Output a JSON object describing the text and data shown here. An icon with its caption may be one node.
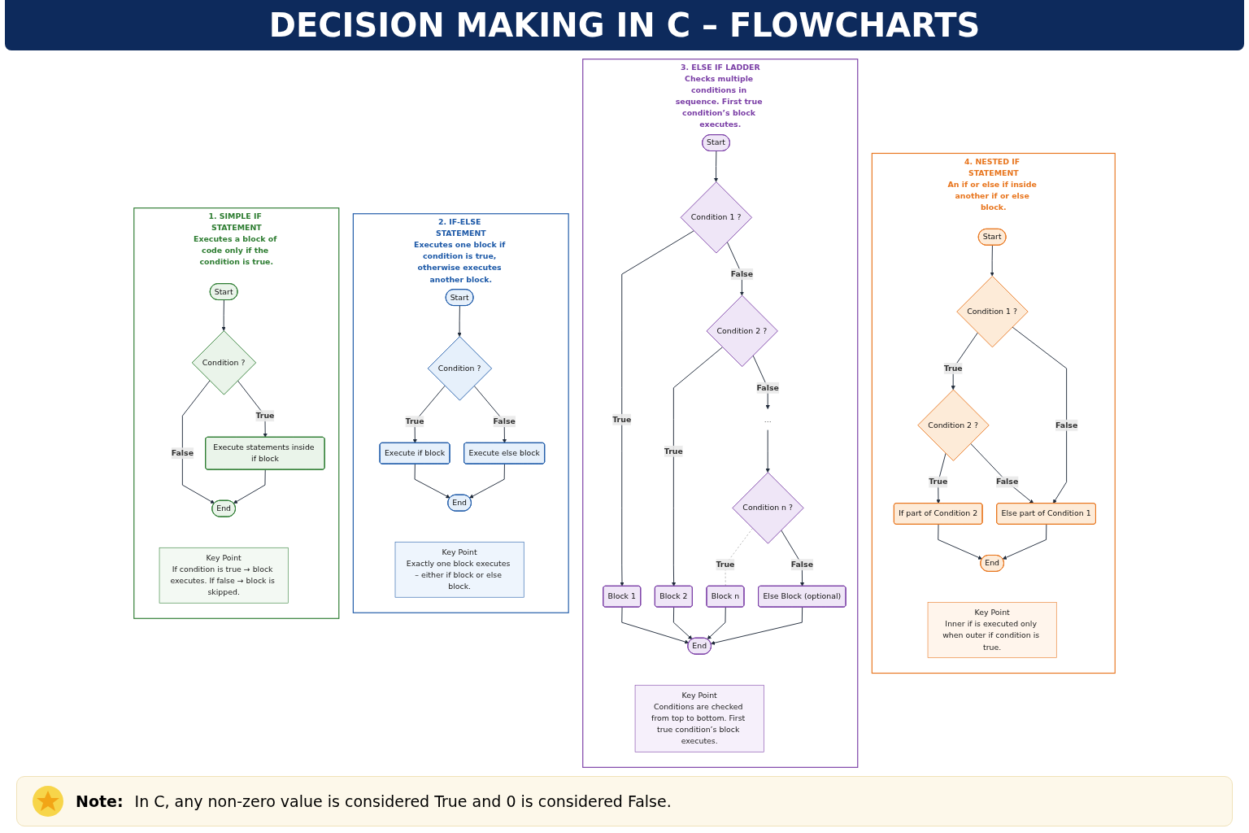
{
  "diagram": {
    "title": "DECISION MAKING IN C – FLOWCHARTS",
    "nodes": [
      {
        "text": [
          "1. SIMPLE IF STATEMENT",
          "Executes a block of code only if the condition is true."
        ]
      },
      {
        "text": [
          "Start"
        ],
        "in": 0
      },
      {
        "text": [
          "Condition ?"
        ],
        "in": 0
      },
      {
        "text": [
          "Execute statements inside if block"
        ],
        "in": 0
      },
      {
        "text": [
          "End"
        ],
        "in": 0
      },
      {
        "text": [
          "Key Point",
          "If condition is true → block executes. If false → block is skipped."
        ],
        "in": 0
      },
      {
        "text": [
          "2. IF-ELSE STATEMENT",
          "Executes one block if condition is true, otherwise executes another block."
        ]
      },
      {
        "text": [
          "Start"
        ],
        "in": 6
      },
      {
        "text": [
          "Condition ?"
        ],
        "in": 6
      },
      {
        "text": [
          "Execute if block"
        ],
        "in": 6
      },
      {
        "text": [
          "Execute else block"
        ],
        "in": 6
      },
      {
        "text": [
          "End"
        ],
        "in": 6
      },
      {
        "text": [
          "Key Point",
          "Exactly one block executes – either if block or else block."
        ],
        "in": 6
      },
      {
        "text": [
          "3. ELSE IF LADDER",
          "Checks multiple conditions in sequence. First true condition’s block executes."
        ]
      },
      {
        "text": [
          "Start"
        ],
        "in": 13
      },
      {
        "text": [
          "Condition 1 ?"
        ],
        "in": 13
      },
      {
        "text": [
          "Block 1"
        ],
        "in": 13
      },
      {
        "text": [
          "Condition 2 ?"
        ],
        "in": 13
      },
      {
        "text": [
          "Block 2"
        ],
        "in": 13
      },
      {
        "text": [
          "..."
        ],
        "in": 13
      },
      {
        "text": [
          "Condition n ?"
        ],
        "in": 13
      },
      {
        "text": [
          "Block n"
        ],
        "in": 13
      },
      {
        "text": [
          "Else Block (optional)"
        ],
        "in": 13
      },
      {
        "text": [
          "End"
        ],
        "in": 13
      },
      {
        "text": [
          "Key Point",
          "Conditions are checked from top to bottom. First true condition’s block executes."
        ],
        "in": 13
      },
      {
        "text": [
          "4. NESTED IF STATEMENT",
          "An if or else if inside another if or else block."
        ]
      },
      {
        "text": [
          "Start"
        ],
        "in": 25
      },
      {
        "text": [
          "Condition 1 ?"
        ],
        "in": 25
      },
      {
        "text": [
          "Condition 2 ?"
        ],
        "in": 25
      },
      {
        "text": [
          "If part of Condition 2"
        ],
        "in": 25
      },
      {
        "text": [
          "Else part of Condition 1"
        ],
        "in": 25
      },
      {
        "text": [
          "End"
        ],
        "in": 25
      },
      {
        "text": [
          "Key Point",
          "Inner if is executed only when outer if condition is true."
        ],
        "in": 25
      }
    ],
    "edges": [
      {
        "from": 1,
        "to": 2,
        "arrow": "to"
      },
      {
        "from": 2,
        "to": 3,
        "arrow": "to",
        "label": "True"
      },
      {
        "from": 2,
        "to": 4,
        "arrow": "to",
        "label": "False"
      },
      {
        "from": 3,
        "to": 4,
        "arrow": "to"
      },
      {
        "from": 7,
        "to": 8,
        "arrow": "to"
      },
      {
        "from": 8,
        "to": 9,
        "arrow": "to",
        "label": "True"
      },
      {
        "from": 8,
        "to": 10,
        "arrow": "to",
        "label": "False"
      },
      {
        "from": 9,
        "to": 11,
        "arrow": "to"
      },
      {
        "from": 10,
        "to": 11,
        "arrow": "to"
      },
      {
        "from": 14,
        "to": 15,
        "arrow": "to"
      },
      {
        "from": 15,
        "to": 16,
        "arrow": "to",
        "label": "True"
      },
      {
        "from": 15,
        "to": 17,
        "arrow": "to",
        "label": "False"
      },
      {
        "from": 17,
        "to": 18,
        "arrow": "to",
        "label": "True"
      },
      {
        "from": 17,
        "to": 19,
        "arrow": "to",
        "label": "False"
      },
      {
        "from": 19,
        "to": 20,
        "arrow": "to"
      },
      {
        "from": 20,
        "to": 21,
        "arrow": "none",
        "label": "True",
        "style": "dashed",
        "color": "#bbbbbb"
      },
      {
        "from": 20,
        "to": 22,
        "arrow": "to",
        "label": "False"
      },
      {
        "from": 16,
        "to": 23,
        "arrow": "to"
      },
      {
        "from": 18,
        "to": 23,
        "arrow": "to"
      },
      {
        "from": 21,
        "to": 23,
        "arrow": "to"
      },
      {
        "from": 22,
        "to": 23,
        "arrow": "to"
      },
      {
        "from": 26,
        "to": 27,
        "arrow": "to"
      },
      {
        "from": 27,
        "to": 28,
        "arrow": "to",
        "label": "True"
      },
      {
        "from": 27,
        "to": 30,
        "arrow": "to",
        "label": "False"
      },
      {
        "from": 28,
        "to": 29,
        "arrow": "to",
        "label": "True"
      },
      {
        "from": 28,
        "to": 30,
        "arrow": "to",
        "label": "False"
      },
      {
        "from": 29,
        "to": 31,
        "arrow": "to"
      },
      {
        "from": 30,
        "to": 31,
        "arrow": "to"
      }
    ],
    "labels": [
      "Note:",
      "In C, any non-zero value is considered True and 0 is considered False."
    ]
  }
}
